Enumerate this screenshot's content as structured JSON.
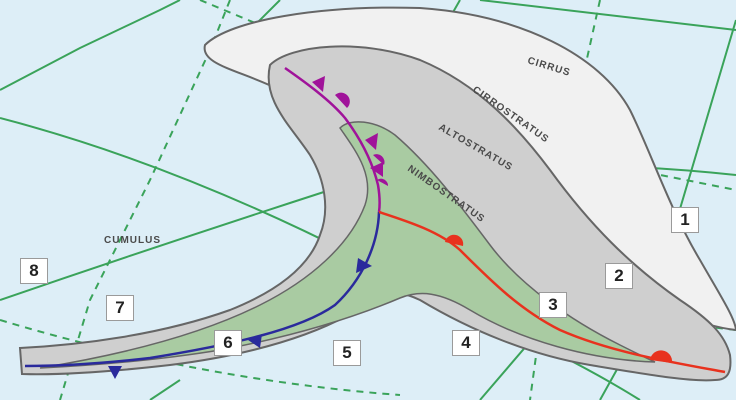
{
  "colors": {
    "background": "#ddeef7",
    "grid_solid": "#3aa35a",
    "grid_dashed": "#3aa35a",
    "cloud_outer": "#f1f1f1",
    "cloud_middle": "#cfcfcf",
    "cloud_inner": "#a9cba2",
    "cloud_outline": "#666666",
    "occluded_front": "#a0139a",
    "cold_front": "#2a2a9c",
    "warm_front": "#e8321e"
  },
  "cloud_labels": {
    "cirrus": "CIRRUS",
    "cirrostratus": "CIRROSTRATUS",
    "altostratus": "ALTOSTRATUS",
    "nimbostratus": "NIMBOSTRATUS",
    "cumulus": "CUMULUS"
  },
  "markers": {
    "m1": "1",
    "m2": "2",
    "m3": "3",
    "m4": "4",
    "m5": "5",
    "m6": "6",
    "m7": "7",
    "m8": "8"
  },
  "front_symbols": {
    "occluded": "occluded-front-symbol",
    "cold": "cold-front-triangle",
    "warm": "warm-front-semicircle"
  }
}
